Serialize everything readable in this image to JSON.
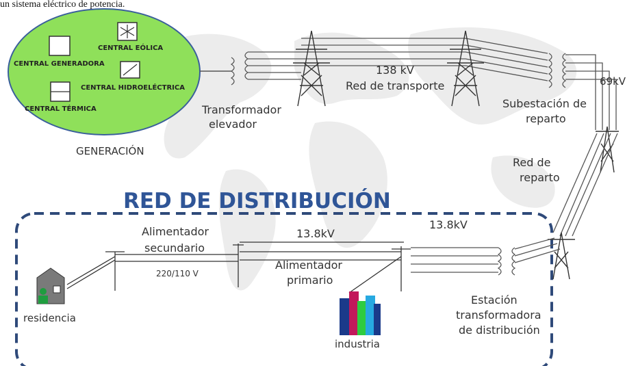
{
  "caption": "un sistema eléctrico de potencia.",
  "colors": {
    "generation_fill": "#8fe05a",
    "distribution_border": "#2f4a7a",
    "distribution_title": "#2f5597",
    "line": "#555555",
    "map": "#eeeeee"
  },
  "generation": {
    "label": "GENERACIÓN",
    "central_generadora": "CENTRAL GENERADORA",
    "central_eolica": "CENTRAL EÓLICA",
    "central_hidroelectrica": "CENTRAL HIDROELÉCTRICA",
    "central_termica": "CENTRAL TÉRMICA"
  },
  "transmission": {
    "transformer_line1": "Transformador",
    "transformer_line2": "elevador",
    "voltage": "138 kV",
    "network": "Red de transporte",
    "substation_line1": "Subestación de",
    "substation_line2": "reparto",
    "subtrans_voltage": "69kV",
    "subnet_line1": "Red de",
    "subnet_line2": "reparto"
  },
  "distribution": {
    "title": "RED DE DISTRIBUCIÓN",
    "secondary_line1": "Alimentador",
    "secondary_line2": "secundario",
    "primary_voltage": "13.8kV",
    "primary_line1": "Alimentador",
    "primary_line2": "primario",
    "low_voltage": "220/110 V",
    "station_voltage": "13.8kV",
    "station_line1": "Estación",
    "station_line2": "transformadora",
    "station_line3": "de distribución",
    "residence": "residencia",
    "industry": "industria"
  }
}
